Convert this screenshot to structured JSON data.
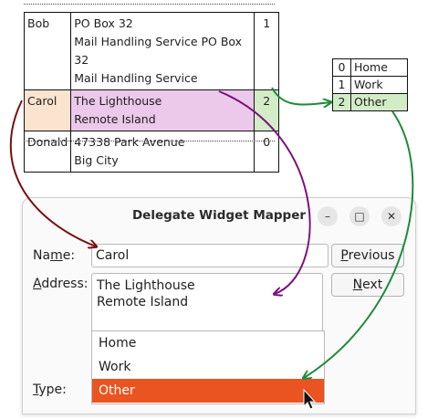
{
  "model_table": {
    "rows": [
      {
        "name": "Bob",
        "address_lines": [
          "PO Box 32",
          "Mail Handling Service PO Box 32",
          "Mail Handling Service"
        ],
        "type": "1"
      },
      {
        "name": "Carol",
        "address_lines": [
          "The Lighthouse",
          "Remote Island"
        ],
        "type": "2"
      },
      {
        "name": "Donald",
        "address_lines": [
          "47338 Park Avenue",
          "Big City"
        ],
        "type": "0"
      }
    ]
  },
  "type_table": {
    "rows": [
      {
        "id": "0",
        "label": "Home"
      },
      {
        "id": "1",
        "label": "Work"
      },
      {
        "id": "2",
        "label": "Other"
      }
    ],
    "selected_index": 2
  },
  "window": {
    "title": "Delegate Widget Mapper",
    "minimize_icon": "minimize-icon",
    "maximize_icon": "maximize-icon",
    "close_icon": "close-icon",
    "name_label_pre": "Na",
    "name_label_mnemonic": "m",
    "name_label_post": "e:",
    "name_value": "Carol",
    "address_label_mnemonic": "A",
    "address_label_post": "ddress:",
    "address_lines": [
      "The Lighthouse",
      "Remote Island"
    ],
    "type_label_mnemonic": "T",
    "type_label_post": "ype:",
    "previous_mnemonic": "P",
    "previous_post": "revious",
    "next_mnemonic": "N",
    "next_post": "ext",
    "type_options": [
      "Home",
      "Work",
      "Other"
    ],
    "type_selected": "Other"
  },
  "colors": {
    "carol_name_bg": "#fbe3cf",
    "carol_address_bg": "#ecc8ea",
    "carol_type_bg": "#d3ecc8",
    "arrow_name": "#7a1010",
    "arrow_address": "#7a107a",
    "arrow_type": "#1f8a3a",
    "selection_accent": "#e95420"
  }
}
